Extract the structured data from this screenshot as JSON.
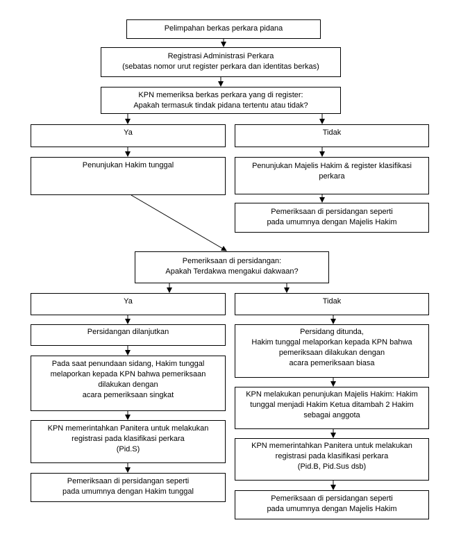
{
  "nodes": {
    "n1": {
      "lines": [
        "Pelimpahan berkas perkara pidana"
      ]
    },
    "n2": {
      "lines": [
        "Registrasi Administrasi Perkara",
        "(sebatas nomor urut register perkara dan identitas berkas)"
      ]
    },
    "n3": {
      "lines": [
        "KPN memeriksa berkas perkara yang di register:",
        "Apakah termasuk tindak pidana tertentu atau tidak?"
      ]
    },
    "n4": {
      "lines": [
        "Ya"
      ]
    },
    "n5": {
      "lines": [
        "Tidak"
      ]
    },
    "n6": {
      "lines": [
        "Penunjukan Hakim tunggal"
      ]
    },
    "n7": {
      "lines": [
        "Penunjukan Majelis Hakim & register klasifikasi",
        "perkara"
      ]
    },
    "n8": {
      "lines": [
        "Pemeriksaan di persidangan seperti",
        "pada umumnya dengan Majelis Hakim"
      ]
    },
    "n9": {
      "lines": [
        "Pemeriksaan di persidangan:",
        "Apakah Terdakwa mengakui dakwaan?"
      ]
    },
    "n10": {
      "lines": [
        "Ya"
      ]
    },
    "n11": {
      "lines": [
        "Tidak"
      ]
    },
    "n12": {
      "lines": [
        "Persidangan dilanjutkan"
      ]
    },
    "n13": {
      "lines": [
        "Pada saat penundaan sidang, Hakim tunggal",
        "melaporkan kepada KPN bahwa pemeriksaan",
        "dilakukan dengan",
        "acara pemeriksaan singkat"
      ]
    },
    "n14": {
      "lines": [
        "KPN memerintahkan Panitera untuk melakukan",
        "registrasi pada klasifikasi perkara",
        "(Pid.S)"
      ]
    },
    "n15": {
      "lines": [
        "Pemeriksaan di persidangan seperti",
        "pada umumnya dengan Hakim tunggal"
      ]
    },
    "n16": {
      "lines": [
        "Persidang ditunda,",
        "Hakim tunggal melaporkan kepada KPN bahwa",
        "pemeriksaan dilakukan dengan",
        "acara pemeriksaan biasa"
      ]
    },
    "n17": {
      "lines": [
        "KPN melakukan penunjukan Majelis Hakim: Hakim",
        "tunggal menjadi Hakim Ketua ditambah 2 Hakim",
        "sebagai anggota"
      ]
    },
    "n18": {
      "lines": [
        "KPN memerintahkan Panitera untuk melakukan",
        "registrasi pada klasifikasi perkara",
        "(Pid.B, Pid.Sus dsb)"
      ]
    },
    "n19": {
      "lines": [
        "Pemeriksaan di persidangan seperti",
        "pada umumnya dengan Majelis Hakim"
      ]
    }
  }
}
